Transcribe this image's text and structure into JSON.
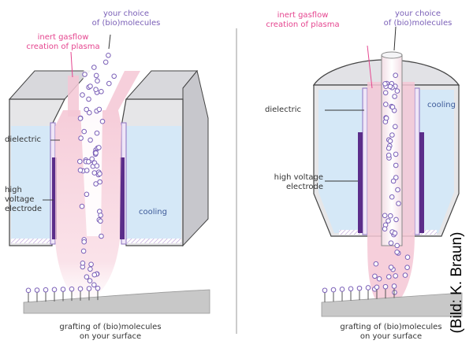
{
  "colors": {
    "magenta": "#e5458f",
    "purple": "#7a5fb7",
    "electrode": "#5b2d8a",
    "body_gray": "#e6e6e8",
    "cooling": "#d5e8f7",
    "plasma": "#f5c7d5",
    "dark": "#333333",
    "blue_text": "#3d5a99"
  },
  "left_panel": {
    "molecules_label": "your choice\nof (bio)molecules",
    "gasflow_label": "inert gasflow\ncreation of plasma",
    "dielectric_label": "dielectric",
    "electrode_label": "high\nvoltage\nelectrode",
    "cooling_label": "cooling",
    "grafting_label": "grafting of (bio)molecules\non your surface"
  },
  "right_panel": {
    "molecules_label": "your choice\nof (bio)molecules",
    "gasflow_label": "inert gasflow\ncreation of plasma",
    "dielectric_label": "dielectric",
    "electrode_label": "high voltage\nelectrode",
    "cooling_label": "cooling",
    "grafting_label": "grafting of (bio)molecules\non your surface"
  },
  "credit": "(Bild: K. Braun)"
}
